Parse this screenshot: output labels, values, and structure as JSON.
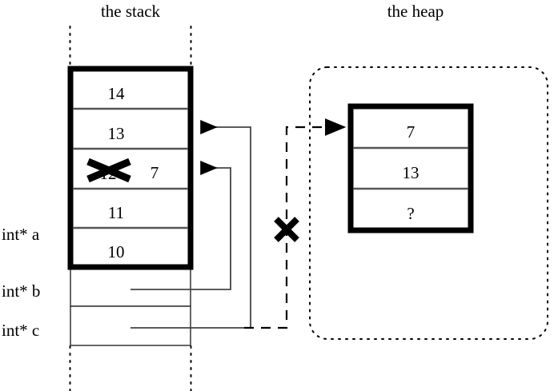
{
  "titles": {
    "stack": "the stack",
    "heap": "the heap"
  },
  "stack": {
    "cells": [
      {
        "value": "14",
        "name": "stack-cell-14"
      },
      {
        "value": "13",
        "name": "stack-cell-13"
      },
      {
        "value": "12",
        "struck": true,
        "replacement": "7",
        "name": "stack-cell-12-struck"
      },
      {
        "value": "11",
        "name": "stack-cell-11"
      },
      {
        "value": "10",
        "name": "stack-cell-10"
      }
    ],
    "variables": [
      {
        "label": "int* a",
        "name": "var-label-a"
      },
      {
        "label": "int* b",
        "name": "var-label-b"
      },
      {
        "label": "int* c",
        "name": "var-label-c"
      }
    ]
  },
  "heap": {
    "cells": [
      {
        "value": "7",
        "name": "heap-cell-7"
      },
      {
        "value": "13",
        "name": "heap-cell-13"
      },
      {
        "value": "?",
        "name": "heap-cell-unknown"
      }
    ]
  },
  "annotations": {
    "strike_mark": "✕",
    "invalidated_pointer_mark": "✕"
  },
  "colors": {
    "stroke": "#000000",
    "background": "#ffffff",
    "cell_divider": "#555555"
  }
}
